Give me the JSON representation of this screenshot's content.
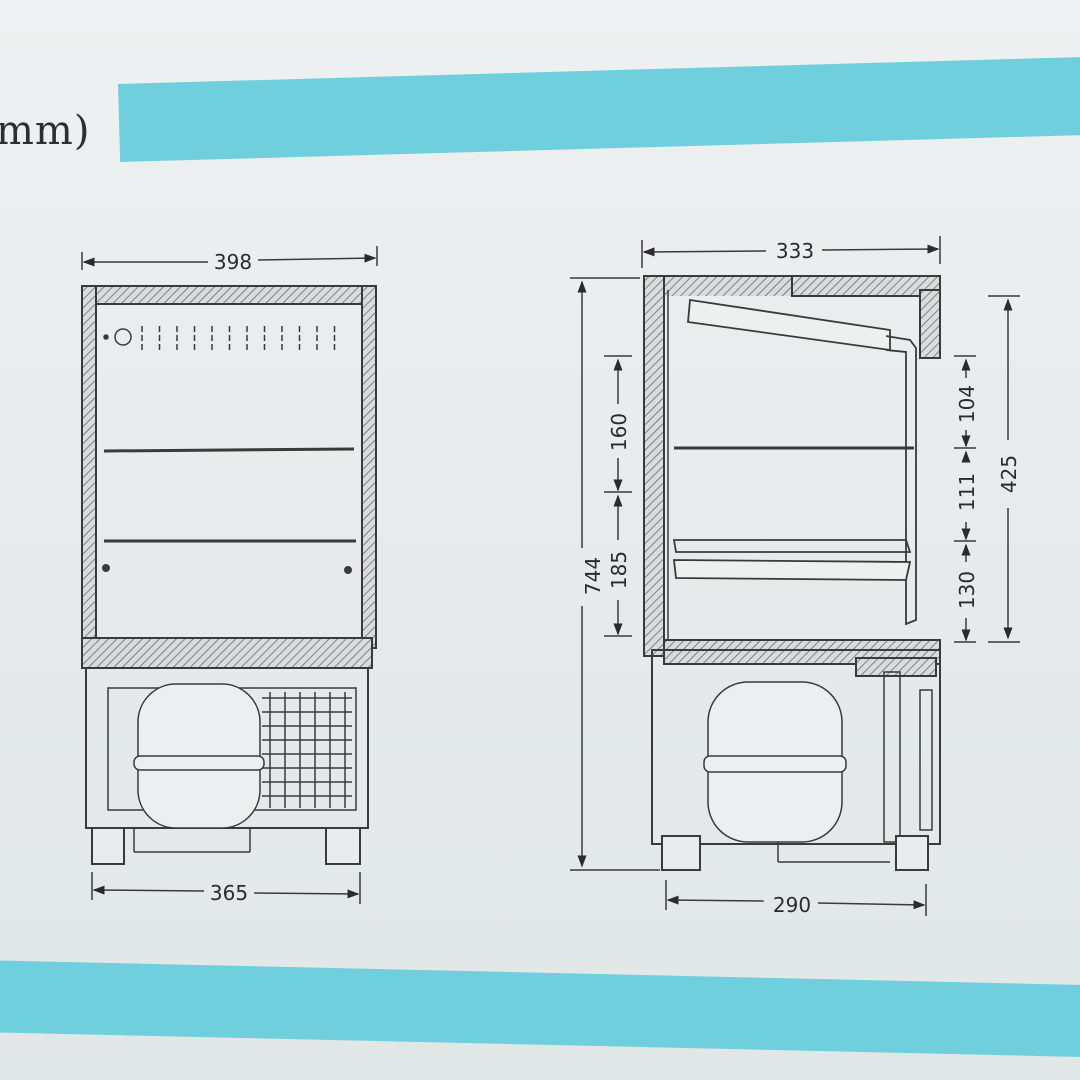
{
  "header": {
    "unit_label": "mm)",
    "band_color": "#6fcfdc"
  },
  "front_view": {
    "width_label": "398",
    "base_width_label": "365"
  },
  "side_view": {
    "depth_label": "333",
    "base_depth_label": "290",
    "height_label": "744",
    "upper_shelf_gap_label": "160",
    "lower_shelf_gap_label": "185",
    "right_top_label": "104",
    "right_mid_label": "111",
    "right_bottom_label": "130",
    "right_total_label": "425"
  },
  "colors": {
    "line": "#3a3a3a",
    "hatch": "#7a7a7a",
    "background": "#e9ecec"
  }
}
